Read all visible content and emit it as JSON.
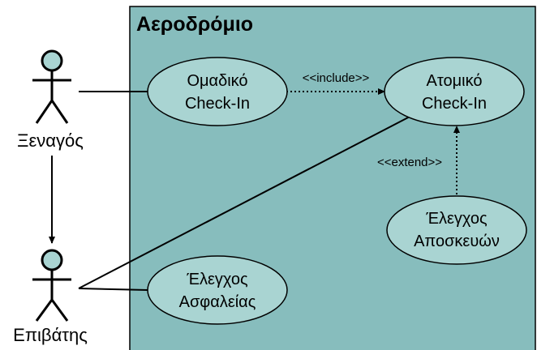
{
  "diagram": {
    "system_name": "Αεροδρόμιο",
    "actors": {
      "guide": "Ξεναγός",
      "passenger": "Επιβάτης"
    },
    "use_cases": {
      "group_checkin": [
        "Ομαδικό",
        "Check-In"
      ],
      "individual_checkin": [
        "Ατομικό",
        "Check-In"
      ],
      "baggage_check": [
        "Έλεγχος",
        "Αποσκευών"
      ],
      "security_check": [
        "Έλεγχος",
        "Ασφαλείας"
      ]
    },
    "relations": {
      "include": "<<include>>",
      "extend": "<<extend>>"
    },
    "colors": {
      "system_fill": "#87bdbd",
      "use_case_fill": "#a9d4d2",
      "actor_head_fill": "#a9d4d2",
      "line": "#000000"
    }
  }
}
